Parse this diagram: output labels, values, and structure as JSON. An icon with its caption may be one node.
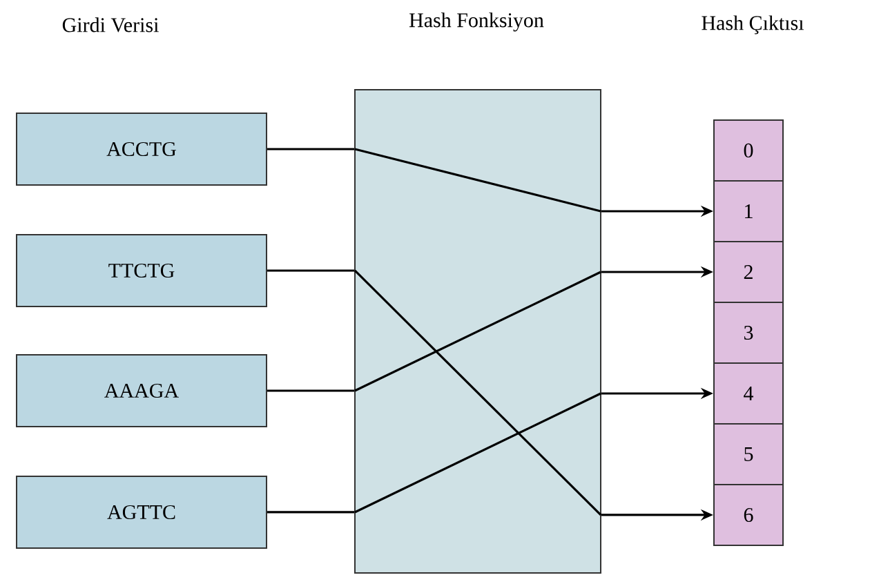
{
  "diagram": {
    "nodes": [
      {
        "text": [
          "ACCTG"
        ]
      },
      {
        "text": [
          "TTCTG"
        ]
      },
      {
        "text": [
          "AAAGA"
        ]
      },
      {
        "text": [
          "AGTTC"
        ]
      },
      {
        "text": [
          "Hash Fonksiyon"
        ]
      },
      {
        "text": [
          "0"
        ]
      },
      {
        "text": [
          "1"
        ]
      },
      {
        "text": [
          "2"
        ]
      },
      {
        "text": [
          "3"
        ]
      },
      {
        "text": [
          "4"
        ]
      },
      {
        "text": [
          "5"
        ]
      },
      {
        "text": [
          "6"
        ]
      }
    ],
    "edges": [
      {
        "from": 0,
        "to": 4,
        "arrow": "none"
      },
      {
        "from": 1,
        "to": 4,
        "arrow": "none"
      },
      {
        "from": 2,
        "to": 4,
        "arrow": "none"
      },
      {
        "from": 3,
        "to": 4,
        "arrow": "none"
      },
      {
        "from": 4,
        "to": 6,
        "arrow": "to"
      },
      {
        "from": 4,
        "to": 7,
        "arrow": "to"
      },
      {
        "from": 4,
        "to": 9,
        "arrow": "to"
      },
      {
        "from": 4,
        "to": 11,
        "arrow": "to"
      }
    ],
    "labels": [
      "Girdi Verisi",
      "Hash Çıktısı"
    ]
  }
}
